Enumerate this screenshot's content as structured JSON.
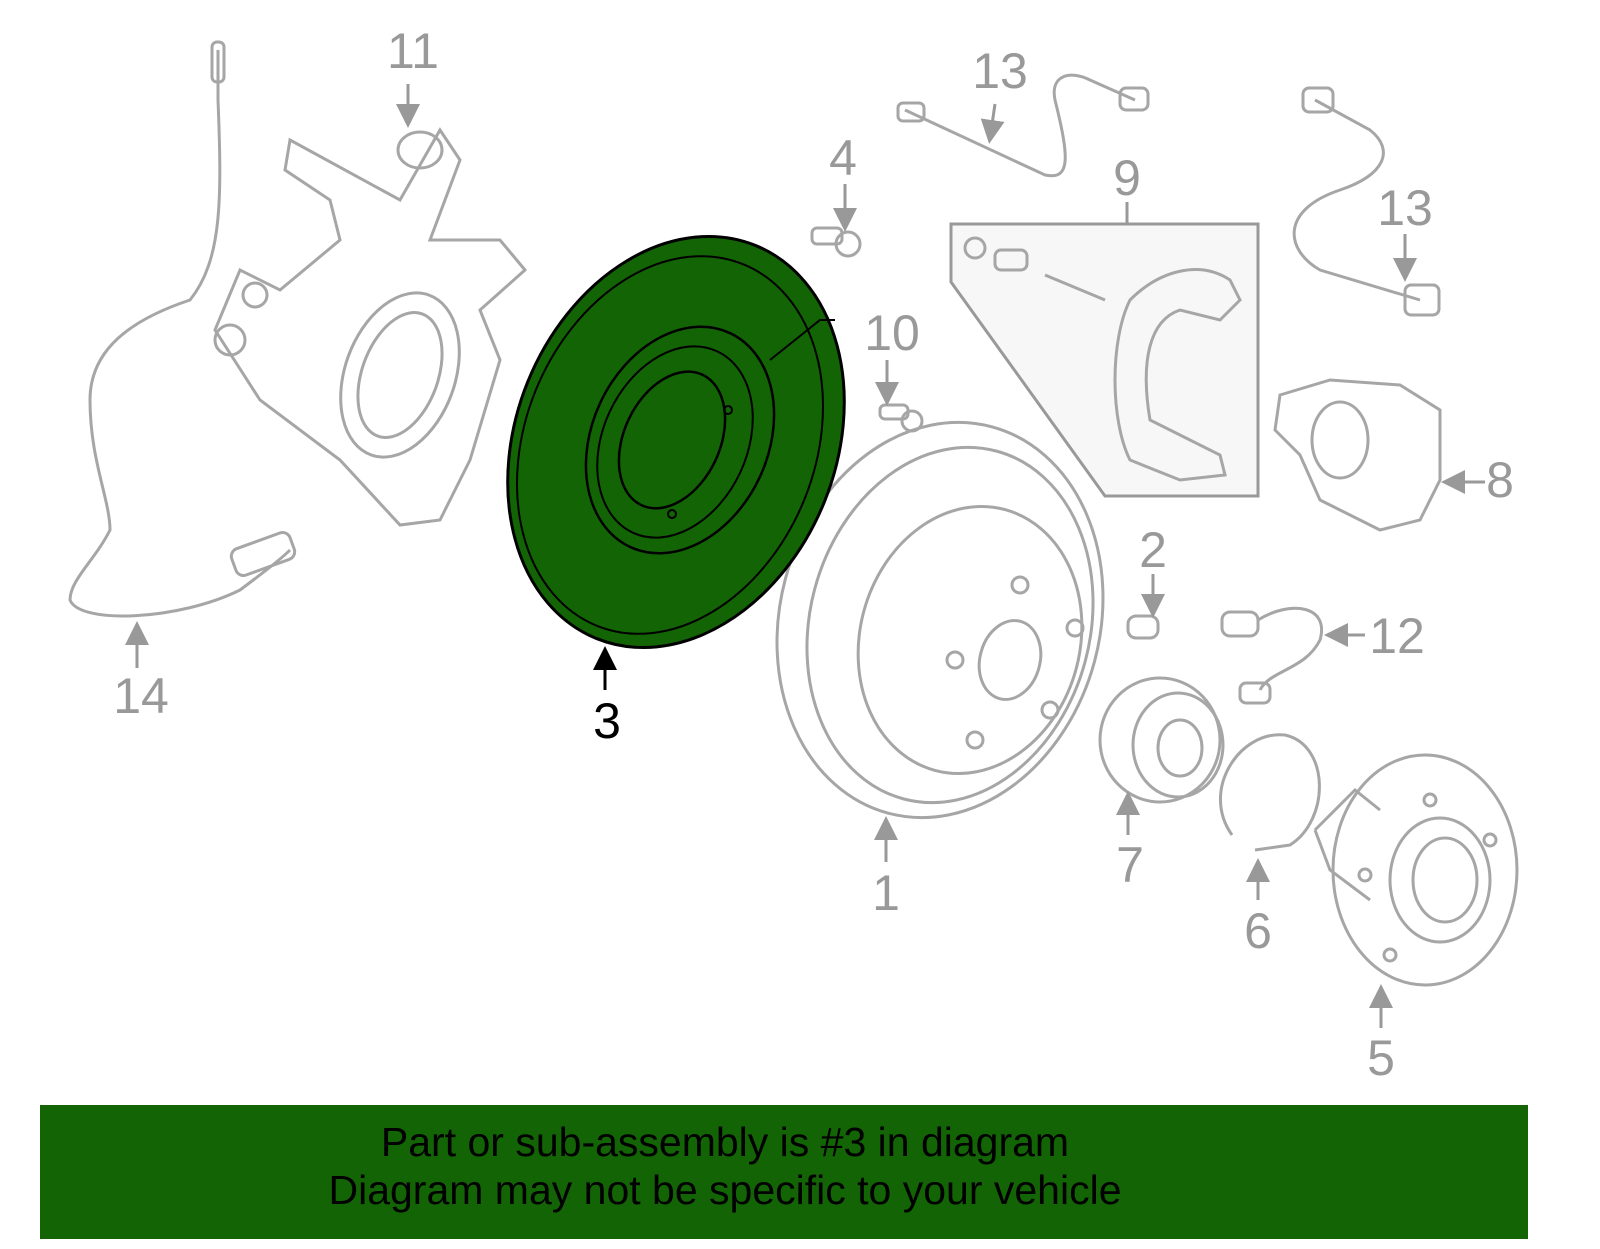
{
  "diagram": {
    "selected_part": "3",
    "highlight_color": "#126405",
    "part_color": "#a6a6a6",
    "labels": {
      "p1": "1",
      "p2": "2",
      "p3": "3",
      "p4": "4",
      "p5": "5",
      "p6": "6",
      "p7": "7",
      "p8": "8",
      "p9": "9",
      "p10": "10",
      "p11": "11",
      "p12": "12",
      "p13a": "13",
      "p13b": "13",
      "p14": "14"
    }
  },
  "banner": {
    "line1": "Part or sub-assembly is #3 in diagram",
    "line2": "Diagram may not be specific to your vehicle"
  }
}
